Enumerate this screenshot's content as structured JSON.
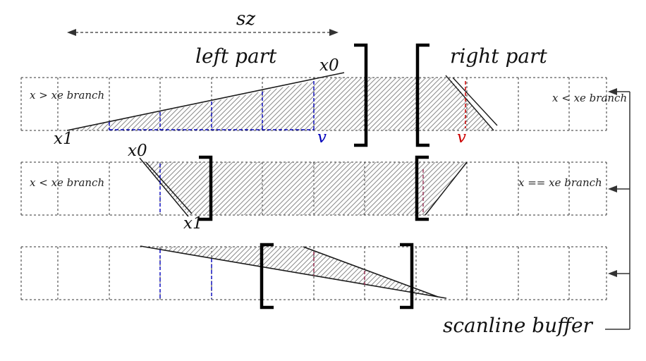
{
  "labels": {
    "sz": "sz",
    "left_part": "left part",
    "right_part": "right part",
    "scanline_buffer": "scanline buffer"
  },
  "row1": {
    "x0": "x0",
    "x1": "x1",
    "v_left": "v",
    "v_right": "v",
    "branch_left": "x > xe branch",
    "branch_right": "x < xe branch"
  },
  "row2": {
    "x0": "x0",
    "x1": "x1",
    "branch_left": "x < xe branch",
    "branch_right": "x == xe branch"
  },
  "colors": {
    "blue": "#0000bb",
    "red": "#cc0000",
    "maroon": "#993355",
    "hatch": "#8a8a8a",
    "line": "#1a1a1a"
  }
}
